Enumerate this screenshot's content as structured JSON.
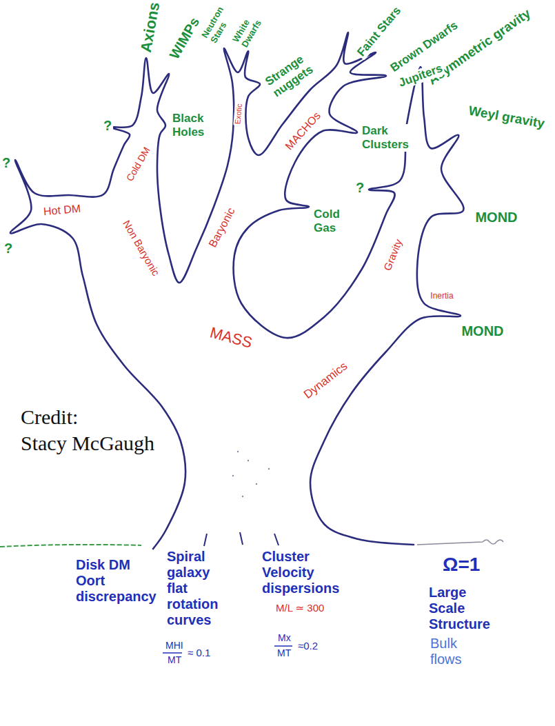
{
  "diagram": {
    "labels": [
      "Axions",
      "WIMPs",
      "Neutron Stars",
      "White Dwarfs",
      "Faint Stars",
      "Brown Dwarfs",
      "Asymmetric gravity",
      "Jupiters",
      "Strange nuggets",
      "?",
      "Black Holes",
      "Weyl gravity",
      "Dark Clusters",
      "?",
      "?",
      "Hot DM",
      "Cold DM",
      "Exotic",
      "MACHOs",
      "MOND",
      "Cold Gas",
      "Baryonic",
      "?",
      "Non Baryonic",
      "Gravity",
      "Inertia",
      "MASS",
      "MOND",
      "Dynamics",
      "Credit:",
      "Stacy McGaugh",
      "Disk DM Oort discrepancy",
      "Spiral galaxy flat rotation curves",
      "Cluster Velocity dispersions",
      "Ω=1",
      "Large Scale Structure",
      "M/L ≃ 300",
      "Bulk flows",
      "MHI",
      "MT",
      "≈ 0.1",
      "Mx",
      "MT",
      "≈0.2"
    ]
  }
}
